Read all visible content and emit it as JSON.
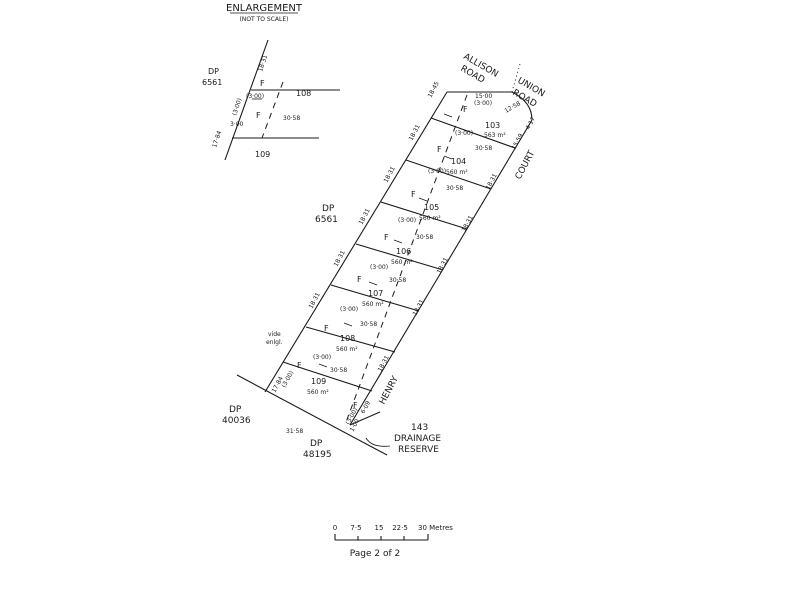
{
  "header": {
    "title": "ENLARGEMENT",
    "subtitle": "(NOT TO SCALE)"
  },
  "enlargement": {
    "dp_label": "DP",
    "dp_number": "6561",
    "lot_108": "108",
    "lot_109": "109",
    "easement_f_1": "F",
    "easement_f_2": "F",
    "width_1": "(3·00)",
    "width_2": "(3·00)",
    "width_3": "3·00",
    "dim_top": "18·31",
    "dim_side": "17·84",
    "dim_depth": "30·58"
  },
  "roads": {
    "allison": "ALLISON",
    "allison_road": "ROAD",
    "union": "UNION",
    "union_road": "ROAD",
    "court": "COURT",
    "henry": "HENRY"
  },
  "adjoining": {
    "dp_6561_label": "DP",
    "dp_6561_number": "6561",
    "dp_40036_label": "DP",
    "dp_40036_number": "40036",
    "dp_48195_label": "DP",
    "dp_48195_number": "48195",
    "reserve_number": "143",
    "reserve_line1": "DRAINAGE",
    "reserve_line2": "RESERVE",
    "vide_line1": "vide",
    "vide_line2": "enlgl."
  },
  "lots": [
    {
      "number": "103",
      "area": "563 m²",
      "depth": "30·58",
      "easement": "(3·00)",
      "left": "18·45",
      "right": "15·59"
    },
    {
      "number": "104",
      "area": "560 m²",
      "depth": "30·58",
      "easement": "(3·00)",
      "left": "18·31",
      "right": "18·31"
    },
    {
      "number": "105",
      "area": "560 m²",
      "depth": "30·58",
      "easement": "(3·00)",
      "left": "18·31",
      "right": "18·31"
    },
    {
      "number": "106",
      "area": "560 m²",
      "depth": "30·58",
      "easement": "(3·00)",
      "left": "18·31",
      "right": "18·31"
    },
    {
      "number": "107",
      "area": "560 m²",
      "depth": "30·58",
      "easement": "(3·00)",
      "left": "18·31",
      "right": "18·31"
    },
    {
      "number": "108",
      "area": "560 m²",
      "depth": "30·58",
      "easement": "(3·00)",
      "left": "18·31",
      "right": "18·31"
    },
    {
      "number": "109",
      "area": "560 m²",
      "depth": "",
      "easement": "(3·00)",
      "left": "17·84",
      "right": ""
    }
  ],
  "dimensions": {
    "top_frontage": "15·00",
    "top_easement": "(3·00)",
    "top_right": "12·58",
    "corner": "4·17",
    "bottom_easement": "(3·00)",
    "bottom_1": "1·00",
    "bottom_2": "6·09",
    "bottom_3": "31·58",
    "easement_letter": "F"
  },
  "scale": {
    "ticks": [
      "0",
      "7·5",
      "15",
      "22·5",
      "30 Metres"
    ]
  },
  "footer": {
    "page": "Page 2 of 2"
  }
}
